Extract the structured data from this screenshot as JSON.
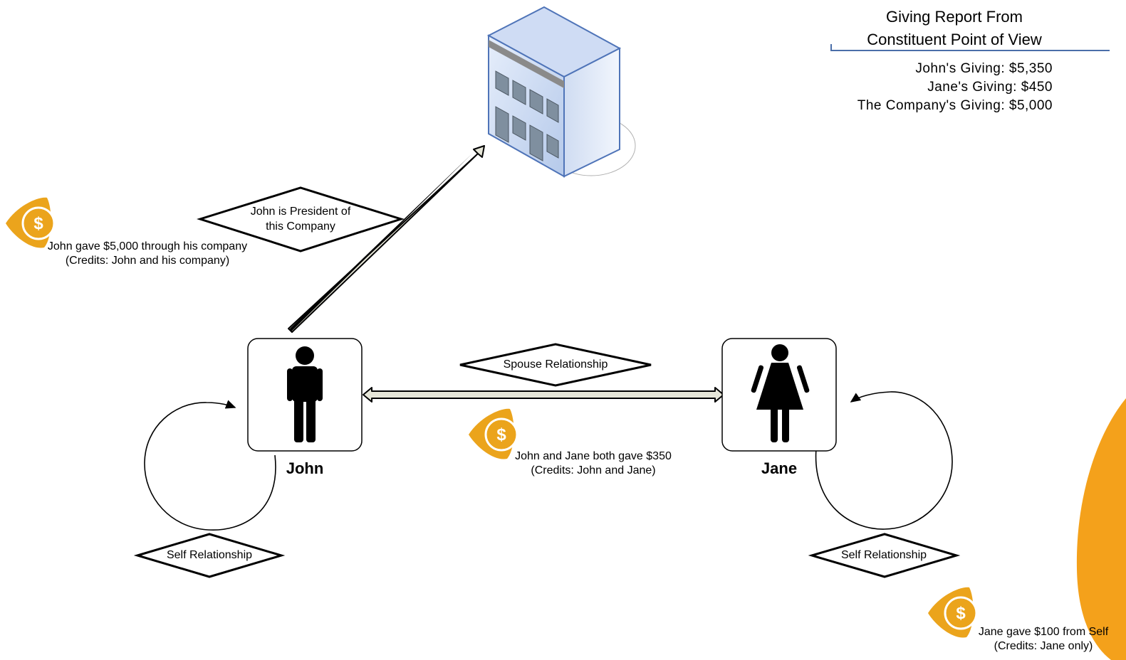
{
  "report": {
    "title_line1": "Giving Report From",
    "title_line2": "Constituent Point of View",
    "lines": [
      "John's Giving: $5,350",
      "Jane's Giving: $450",
      "The Company's Giving: $5,000"
    ]
  },
  "nodes": {
    "john_label": "John",
    "jane_label": "Jane"
  },
  "relationships": {
    "company_line1": "John is President of",
    "company_line2": "this Company",
    "spouse": "Spouse Relationship",
    "john_self": "Self Relationship",
    "jane_self": "Self Relationship"
  },
  "gifts": {
    "company_line1": "John gave $5,000 through his company",
    "company_line2": "(Credits: John and his company)",
    "joint_line1": "John and Jane both gave $350",
    "joint_line2": "(Credits: John and Jane)",
    "jane_line1": "Jane gave $100 from Self",
    "jane_line2": "(Credits: Jane only)"
  },
  "icons": {
    "gift": "dollar-coin-icon",
    "company": "office-building-icon",
    "john": "man-icon",
    "jane": "woman-icon"
  },
  "colors": {
    "gift_icon": "#eba41c",
    "building": "#c9d8f0",
    "report_rule": "#4a6ea9",
    "arrow_fill": "#e6e6d8"
  }
}
